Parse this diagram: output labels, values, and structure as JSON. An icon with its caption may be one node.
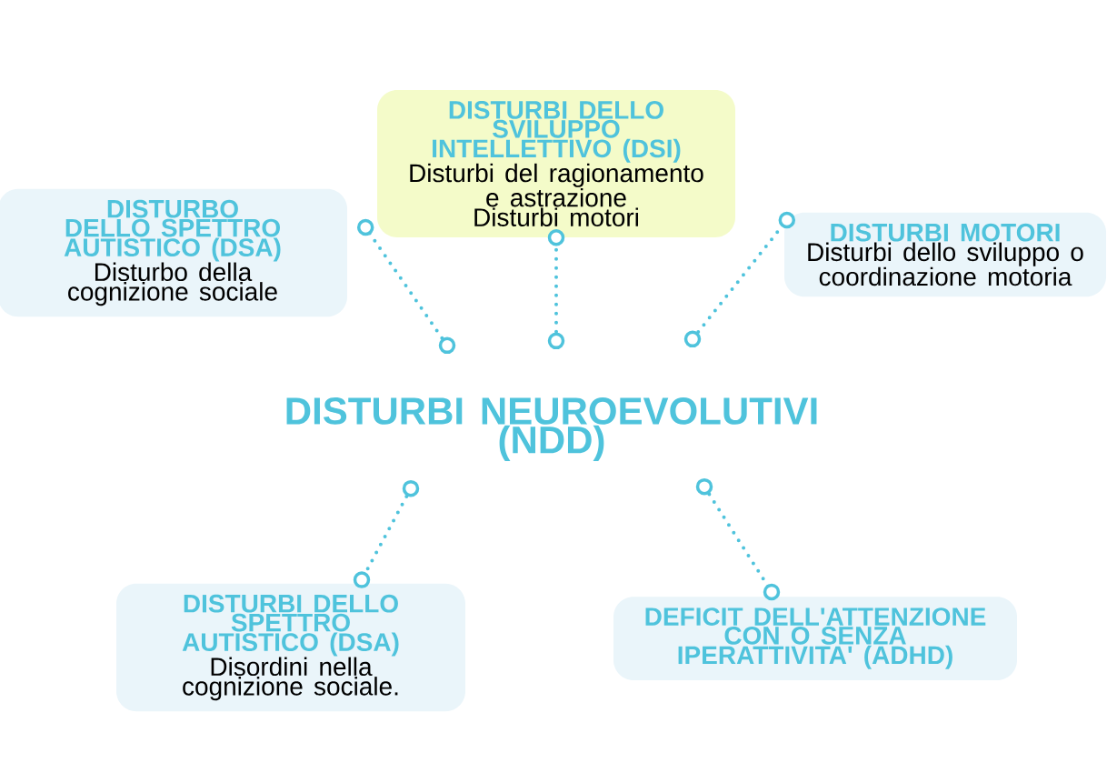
{
  "diagram": {
    "nodes": [
      {
        "text": [
          "DISTURBI NEUROEVOLUTIVI (NDD)"
        ]
      },
      {
        "text": [
          "DISTURBI DELLO SVILUPPO INTELLETTIVO (DSI)",
          "Disturbi del ragionamento e astrazione",
          "Disturbi motori"
        ]
      },
      {
        "text": [
          "DISTURBO DELLO SPETTRO AUTISTICO (DSA)",
          "Disturbo della cognizione sociale"
        ]
      },
      {
        "text": [
          "DISTURBI MOTORI",
          "Disturbi dello sviluppo o coordinazione motoria"
        ]
      },
      {
        "text": [
          "DISTURBI DELLO SPETTRO AUTISTICO (DSA)",
          "Disordini nella cognizione sociale."
        ]
      },
      {
        "text": [
          "DEFICIT DELL'ATTENZIONE CON O SENZA IPERATTIVITA' (ADHD)"
        ]
      }
    ],
    "edges": [
      {
        "from": 0,
        "to": 2,
        "arrow": "other"
      },
      {
        "from": 0,
        "to": 1,
        "arrow": "other"
      },
      {
        "from": 0,
        "to": 3,
        "arrow": "other"
      },
      {
        "from": 0,
        "to": 4,
        "arrow": "other"
      },
      {
        "from": 0,
        "to": 5,
        "arrow": "other"
      }
    ]
  }
}
